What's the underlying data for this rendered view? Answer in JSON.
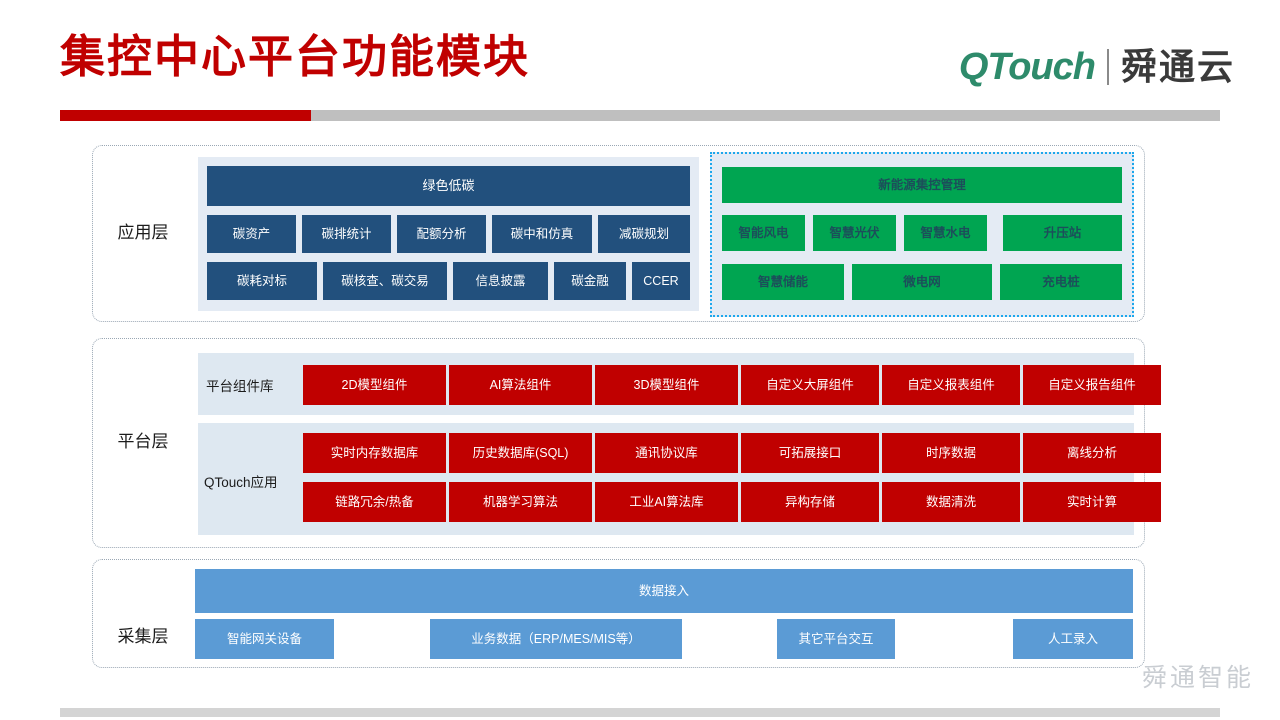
{
  "header": {
    "title": "集控中心平台功能模块",
    "logo_primary": "QTouch",
    "logo_secondary": "舜通云",
    "accent_color": "#C00000",
    "logo_color": "#2E8B6B"
  },
  "watermark": "舜通智能",
  "layers": [
    {
      "id": "application",
      "label": "应用层",
      "groups": [
        {
          "id": "green-low-carbon",
          "header": "绿色低碳",
          "color": "#22507D",
          "rows": [
            [
              "碳资产",
              "碳排统计",
              "配额分析",
              "碳中和仿真",
              "减碳规划"
            ],
            [
              "碳耗对标",
              "碳核查、碳交易",
              "信息披露",
              "碳金融",
              "CCER"
            ]
          ]
        },
        {
          "id": "new-energy-control",
          "header": "新能源集控管理",
          "color": "#00A551",
          "rows": [
            [
              "智能风电",
              "智慧光伏",
              "智慧水电",
              "升压站"
            ],
            [
              "智慧储能",
              "微电网",
              "充电桩"
            ]
          ]
        }
      ]
    },
    {
      "id": "platform",
      "label": "平台层",
      "sections": [
        {
          "id": "component-library",
          "sublabel": "平台组件库",
          "color": "#C00000",
          "rows": [
            [
              "2D模型组件",
              "AI算法组件",
              "3D模型组件",
              "自定义大屏组件",
              "自定义报表组件",
              "自定义报告组件"
            ]
          ]
        },
        {
          "id": "qtouch-application",
          "sublabel": "QTouch应用",
          "color": "#C00000",
          "rows": [
            [
              "实时内存数据库",
              "历史数据库(SQL)",
              "通讯协议库",
              "可拓展接口",
              "时序数据",
              "离线分析"
            ],
            [
              "链路冗余/热备",
              "机器学习算法",
              "工业AI算法库",
              "异构存储",
              "数据清洗",
              "实时计算"
            ]
          ]
        }
      ]
    },
    {
      "id": "collection",
      "label": "采集层",
      "header": "数据接入",
      "color": "#5B9BD5",
      "items": [
        "智能网关设备",
        "业务数据（ERP/MES/MIS等）",
        "其它平台交互",
        "人工录入"
      ]
    }
  ]
}
